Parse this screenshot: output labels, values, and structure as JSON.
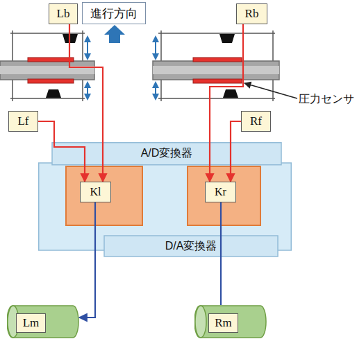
{
  "diagram": {
    "nodes": [
      {
        "text": [
          "Lb"
        ]
      },
      {
        "text": [
          "進行方向"
        ]
      },
      {
        "text": [
          "Rb"
        ]
      },
      {
        "text": [
          "Lf"
        ]
      },
      {
        "text": [
          "Rf"
        ]
      },
      {
        "text": [
          "A/D変換器",
          "D/A変換器"
        ]
      },
      {
        "text": [
          "Kl"
        ],
        "in": 5
      },
      {
        "text": [
          "Kr"
        ],
        "in": 5
      },
      {
        "text": [
          "Lm"
        ]
      },
      {
        "text": [
          "Rm"
        ]
      }
    ],
    "edges": [
      {
        "from": 0,
        "to": 6,
        "arrow": "to"
      },
      {
        "from": 3,
        "to": 6,
        "arrow": "to"
      },
      {
        "from": 2,
        "to": 7,
        "arrow": "to"
      },
      {
        "from": 4,
        "to": 7,
        "arrow": "to"
      },
      {
        "from": 6,
        "to": 8,
        "arrow": "to"
      },
      {
        "from": 7,
        "to": 9,
        "arrow": "none"
      }
    ],
    "labels": [
      "圧力センサ"
    ]
  }
}
